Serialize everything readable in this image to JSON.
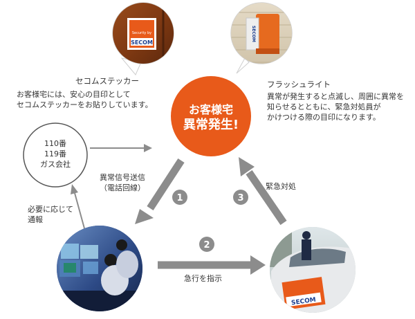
{
  "colors": {
    "accent_orange": "#e85a1a",
    "arrow_gray": "#8c8c8c",
    "text": "#333333",
    "bubble_border": "#bdbdbd"
  },
  "sticker": {
    "title": "セコムステッカー",
    "desc_line1": "お客様宅には、安心の目印として",
    "desc_line2": "セコムステッカーをお貼りしています。",
    "logo_text": "SECOM",
    "logo_small": "Security by"
  },
  "flash": {
    "title": "フラッシュライト",
    "desc_line1": "異常が発生すると点滅し、周囲に異常を",
    "desc_line2": "知らせるとともに、緊急対処員が",
    "desc_line3": "かけつける際の目印になります。",
    "device_text": "SECOM"
  },
  "center": {
    "line1": "お客様宅",
    "line2": "異常発生!"
  },
  "public_services": {
    "line1": "110番",
    "line2": "119番",
    "line3": "ガス会社"
  },
  "labels": {
    "signal_line1": "異常信号送信",
    "signal_line2": "（電話回線）",
    "notify_line1": "必要に応じて",
    "notify_line2": "通報",
    "dispatch": "急行を指示",
    "response": "緊急対処"
  },
  "steps": [
    "1",
    "2",
    "3"
  ],
  "car": {
    "logo_text": "SECOM"
  }
}
